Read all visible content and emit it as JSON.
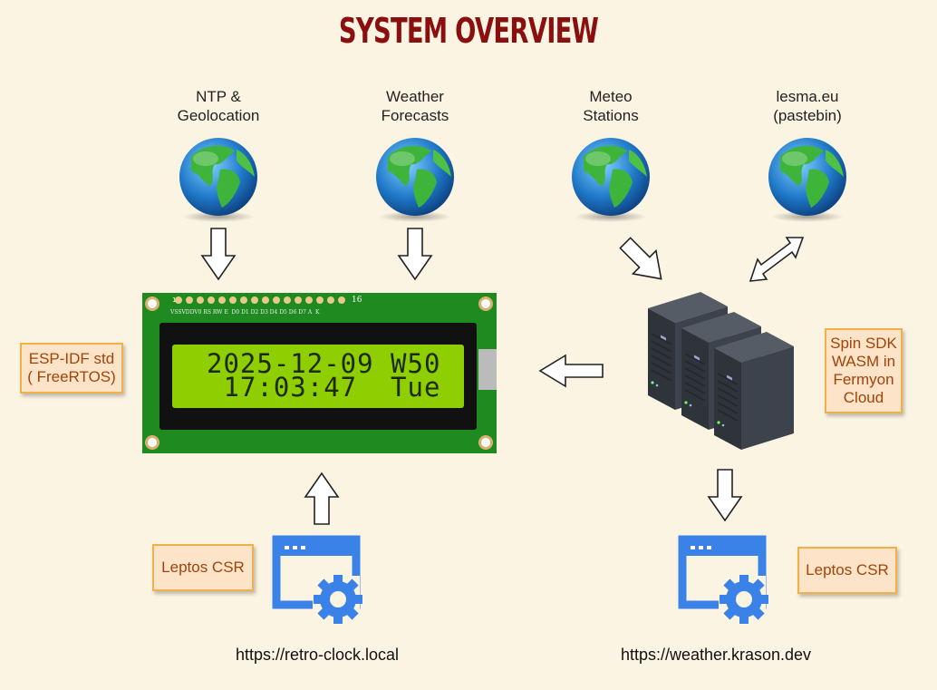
{
  "title": "SYSTEM OVERVIEW",
  "sources": [
    {
      "label_line1": "NTP &",
      "label_line2": "Geolocation",
      "icon": "globe-icon"
    },
    {
      "label_line1": "Weather",
      "label_line2": "Forecasts",
      "icon": "globe-icon"
    },
    {
      "label_line1": "Meteo",
      "label_line2": "Stations",
      "icon": "globe-icon"
    },
    {
      "label_line1": "lesma.eu",
      "label_line2": "(pastebin)",
      "icon": "globe-icon"
    }
  ],
  "lcd": {
    "line1": "2025-12-09 W50",
    "line2": " 17:03:47  Tue",
    "pin_labels": "VSSVDDV0 RS RW E  D0 D1 D2 D3 D4 D5 D6 D7 A  K",
    "pin_first": "1",
    "pin_last": "16",
    "backlight_color": "#8fce00",
    "board_color": "#1f8a1f"
  },
  "notes": {
    "esp": [
      "ESP-IDF std",
      "( FreeRTOS)"
    ],
    "spin": [
      "Spin SDK",
      "WASM in",
      "Fermyon",
      "Cloud"
    ],
    "leptos_left": "Leptos CSR",
    "leptos_right": "Leptos CSR"
  },
  "urls": {
    "left": "https://retro-clock.local",
    "right": "https://weather.krason.dev"
  },
  "colors": {
    "title": "#8a1010",
    "note_bg": "#fde3c7",
    "note_border": "#f0b14a",
    "webapp_icon": "#3b82e8",
    "server": "#3a3f48"
  }
}
